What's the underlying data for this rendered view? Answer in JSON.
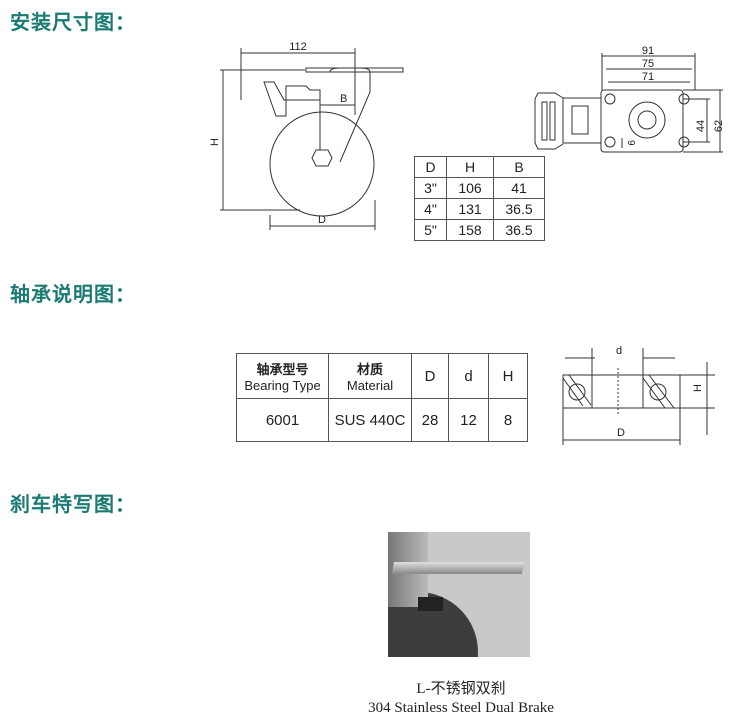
{
  "sections": {
    "install": "安装尺寸图：",
    "bearing": "轴承说明图：",
    "brake": "刹车特写图："
  },
  "install_diagram": {
    "side_labels": {
      "width": "112",
      "height": "H",
      "offset": "B",
      "diameter": "D"
    },
    "top_labels": {
      "w91": "91",
      "w75": "75",
      "w71": "71",
      "h44": "44",
      "h62": "62",
      "hole": "9"
    },
    "table": {
      "headers": [
        "D",
        "H",
        "B"
      ],
      "rows": [
        [
          "3\"",
          "106",
          "41"
        ],
        [
          "4\"",
          "131",
          "36.5"
        ],
        [
          "5\"",
          "158",
          "36.5"
        ]
      ]
    }
  },
  "bearing_table": {
    "headers": [
      {
        "cn": "轴承型号",
        "en": "Bearing Type"
      },
      {
        "cn": "材质",
        "en": "Material"
      },
      {
        "cn": "",
        "en": "D"
      },
      {
        "cn": "",
        "en": "d"
      },
      {
        "cn": "",
        "en": "H"
      }
    ],
    "row": [
      "6001",
      "SUS 440C",
      "28",
      "12",
      "8"
    ],
    "diagram_labels": {
      "inner": "d",
      "outer": "D",
      "height": "H"
    }
  },
  "brake": {
    "caption_cn": "L-不锈钢双刹",
    "caption_en": "304 Stainless Steel Dual Brake"
  },
  "colors": {
    "heading": "#1b7b73"
  }
}
